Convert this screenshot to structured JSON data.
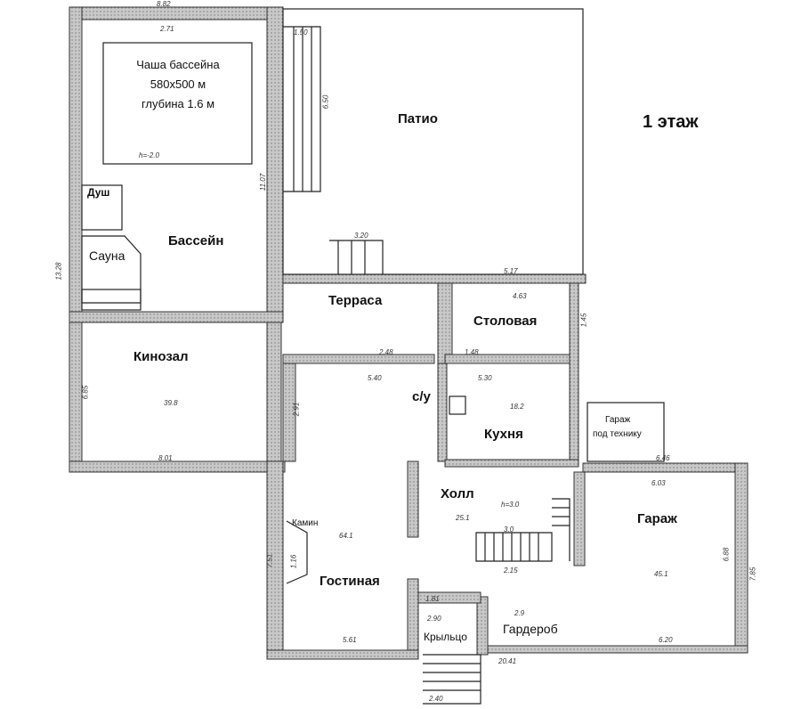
{
  "title": "1 этаж",
  "pool_bowl": {
    "line1": "Чаша бассейна",
    "line2": "580x500 м",
    "line3": "глубина 1.6 м"
  },
  "rooms": {
    "patio": "Патио",
    "pool": "Бассейн",
    "shower": "Душ",
    "sauna": "Сауна",
    "cinema": "Кинозал",
    "terrace": "Терраса",
    "dining": "Столовая",
    "wc": "с/у",
    "kitchen": "Кухня",
    "small_garage_1": "Гараж",
    "small_garage_2": "под технику",
    "hall": "Холл",
    "fireplace": "Камин",
    "living": "Гостиная",
    "garage": "Гараж",
    "porch": "Крыльцо",
    "wardrobe": "Гардероб"
  },
  "dimensions": {
    "d1": "8.82",
    "d2": "2.71",
    "d3": "1.50",
    "d4": "6.50",
    "d5": "11.07",
    "d6": "13.28",
    "d7": "3.20",
    "d8": "5.17",
    "d9": "4.63",
    "d10": "1.45",
    "d11": "2.48",
    "d12": "1.48",
    "d13": "5.30",
    "d14": "5.40",
    "d15": "2.91",
    "d16": "6.85",
    "d17": "8.01",
    "d18": "6.46",
    "d19": "6.03",
    "d20": "6.88",
    "d21": "7.85",
    "d22": "6.20",
    "d23": "5.61",
    "d24": "7.51",
    "d25": "1.16",
    "d26": "2.40",
    "d27": "20.41",
    "d28": "2.15",
    "d29": "3.0",
    "d30": "h=3.0",
    "d31": "h=-2.0",
    "d32": "2.90",
    "d33": "1.81"
  },
  "areas": {
    "cinema": "39.8",
    "living": "64.1",
    "hall": "25.1",
    "garage": "45.1",
    "kitchen": "18.2",
    "wardrobe": "2.9"
  }
}
